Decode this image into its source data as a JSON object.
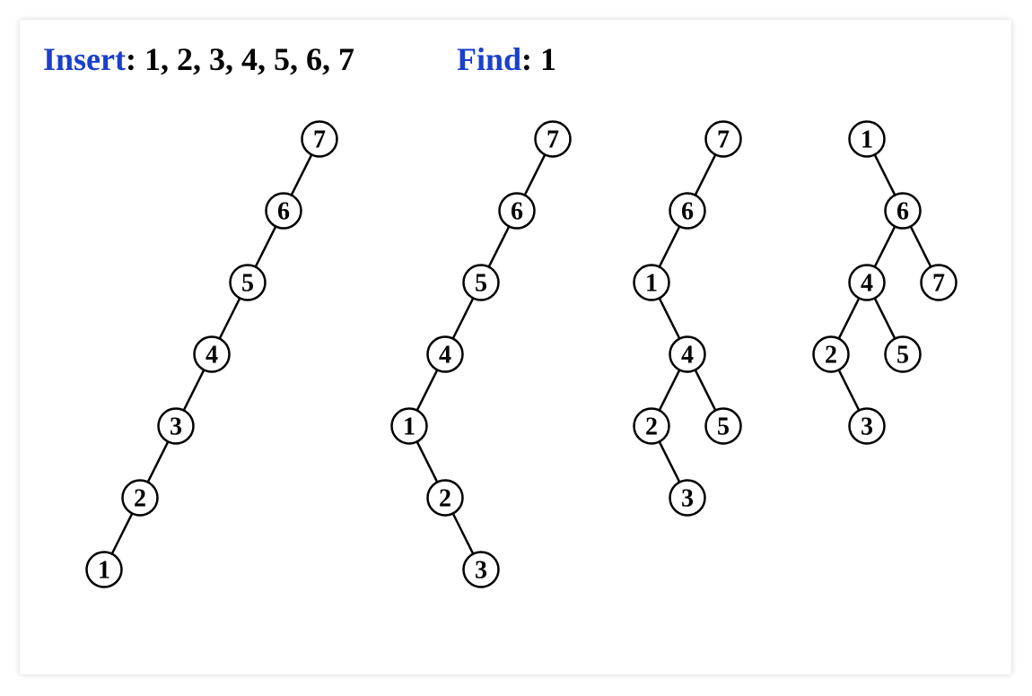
{
  "header": {
    "insert_keyword": "Insert",
    "insert_values": ": 1, 2, 3, 4, 5, 6, 7",
    "find_keyword": "Find",
    "find_value": ": 1"
  },
  "colors": {
    "keyword": "#1a3fcc",
    "node_stroke": "#000000"
  },
  "trees": [
    {
      "nodes": [
        {
          "id": "t1-7",
          "label": "7"
        },
        {
          "id": "t1-6",
          "label": "6"
        },
        {
          "id": "t1-5",
          "label": "5"
        },
        {
          "id": "t1-4",
          "label": "4"
        },
        {
          "id": "t1-3",
          "label": "3"
        },
        {
          "id": "t1-2",
          "label": "2"
        },
        {
          "id": "t1-1",
          "label": "1"
        }
      ],
      "edges": [
        [
          "t1-7",
          "t1-6"
        ],
        [
          "t1-6",
          "t1-5"
        ],
        [
          "t1-5",
          "t1-4"
        ],
        [
          "t1-4",
          "t1-3"
        ],
        [
          "t1-3",
          "t1-2"
        ],
        [
          "t1-2",
          "t1-1"
        ]
      ]
    },
    {
      "nodes": [
        {
          "id": "t2-7",
          "label": "7"
        },
        {
          "id": "t2-6",
          "label": "6"
        },
        {
          "id": "t2-5",
          "label": "5"
        },
        {
          "id": "t2-4",
          "label": "4"
        },
        {
          "id": "t2-1",
          "label": "1"
        },
        {
          "id": "t2-2",
          "label": "2"
        },
        {
          "id": "t2-3",
          "label": "3"
        }
      ],
      "edges": [
        [
          "t2-7",
          "t2-6"
        ],
        [
          "t2-6",
          "t2-5"
        ],
        [
          "t2-5",
          "t2-4"
        ],
        [
          "t2-4",
          "t2-1"
        ],
        [
          "t2-1",
          "t2-2"
        ],
        [
          "t2-2",
          "t2-3"
        ]
      ]
    },
    {
      "nodes": [
        {
          "id": "t3-7",
          "label": "7"
        },
        {
          "id": "t3-6",
          "label": "6"
        },
        {
          "id": "t3-1",
          "label": "1"
        },
        {
          "id": "t3-4",
          "label": "4"
        },
        {
          "id": "t3-2",
          "label": "2"
        },
        {
          "id": "t3-5",
          "label": "5"
        },
        {
          "id": "t3-3",
          "label": "3"
        }
      ],
      "edges": [
        [
          "t3-7",
          "t3-6"
        ],
        [
          "t3-6",
          "t3-1"
        ],
        [
          "t3-1",
          "t3-4"
        ],
        [
          "t3-4",
          "t3-2"
        ],
        [
          "t3-4",
          "t3-5"
        ],
        [
          "t3-2",
          "t3-3"
        ]
      ]
    },
    {
      "nodes": [
        {
          "id": "t4-1",
          "label": "1"
        },
        {
          "id": "t4-6",
          "label": "6"
        },
        {
          "id": "t4-4",
          "label": "4"
        },
        {
          "id": "t4-7",
          "label": "7"
        },
        {
          "id": "t4-2",
          "label": "2"
        },
        {
          "id": "t4-5",
          "label": "5"
        },
        {
          "id": "t4-3",
          "label": "3"
        }
      ],
      "edges": [
        [
          "t4-1",
          "t4-6"
        ],
        [
          "t4-6",
          "t4-4"
        ],
        [
          "t4-6",
          "t4-7"
        ],
        [
          "t4-4",
          "t4-2"
        ],
        [
          "t4-4",
          "t4-5"
        ],
        [
          "t4-2",
          "t4-3"
        ]
      ]
    }
  ]
}
